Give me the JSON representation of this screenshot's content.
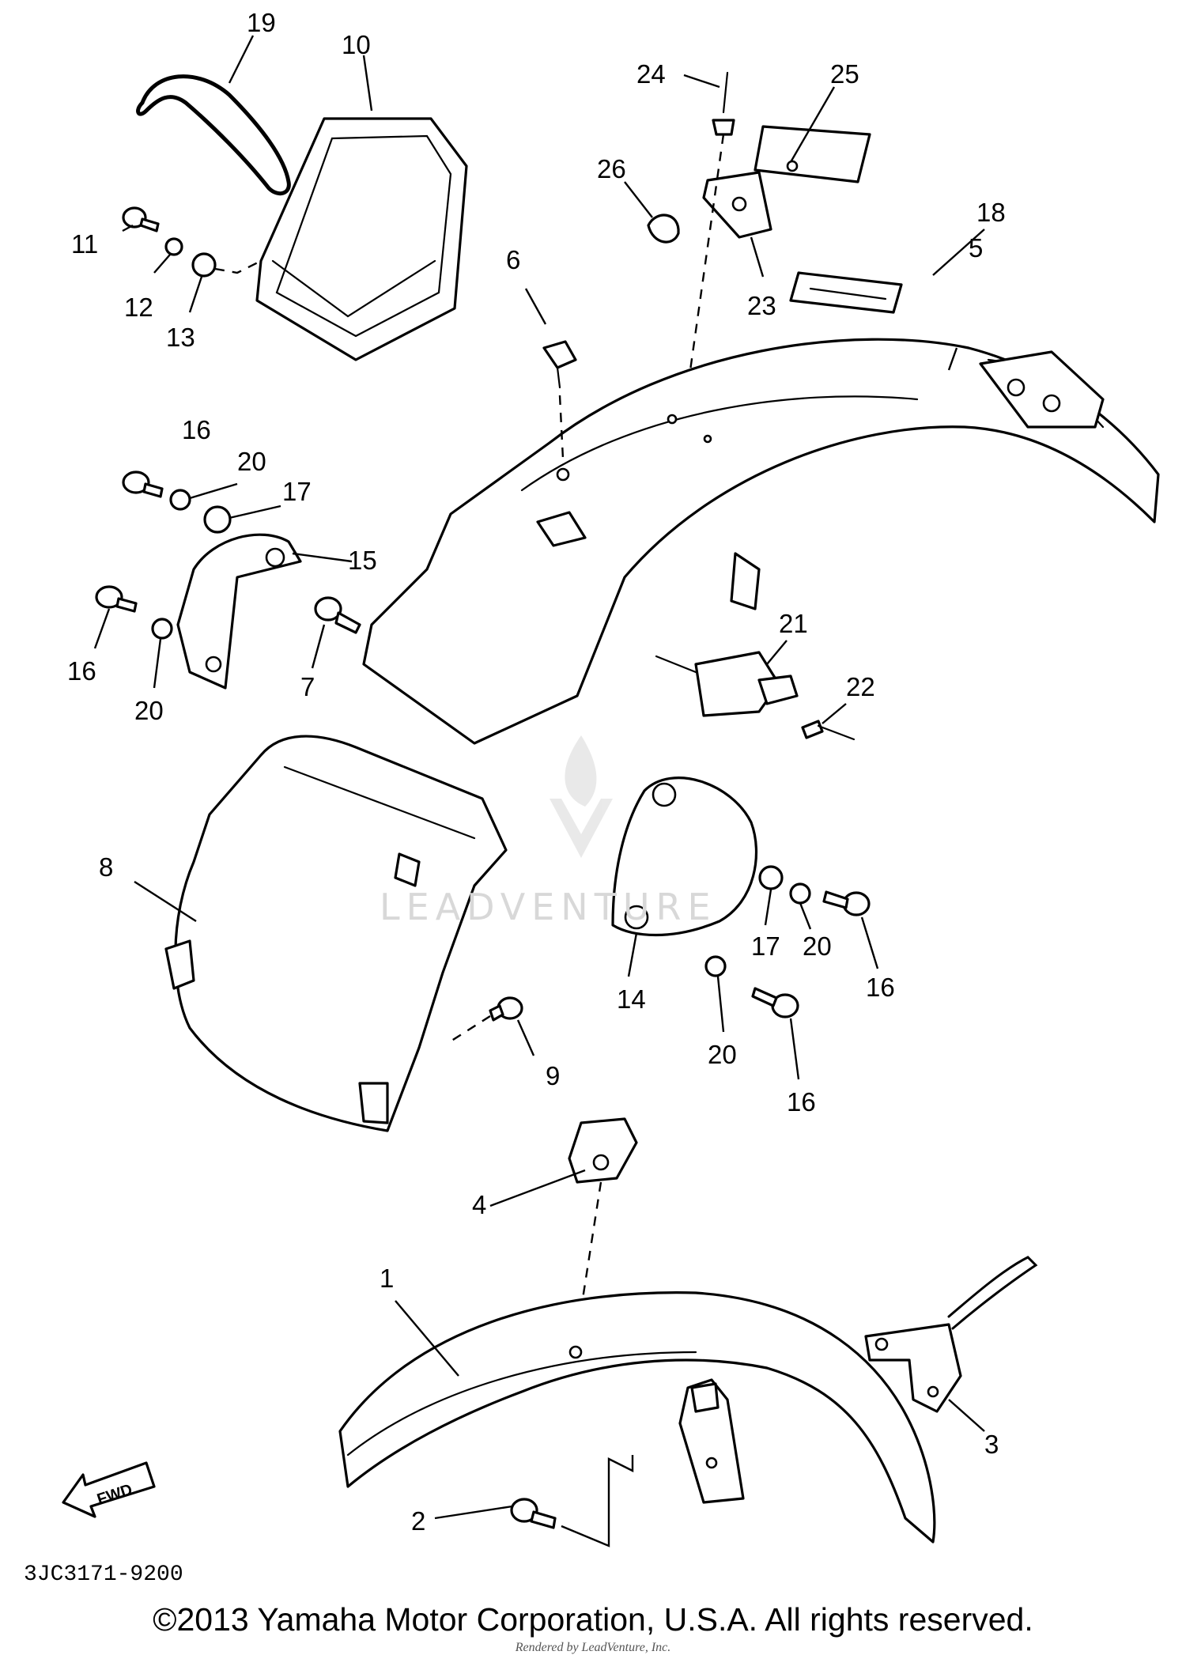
{
  "callouts": {
    "c19": "19",
    "c10": "10",
    "c11": "11",
    "c12": "12",
    "c13": "13",
    "c24": "24",
    "c25": "25",
    "c26": "26",
    "c23": "23",
    "c18": "18",
    "c5": "5",
    "c6": "6",
    "c16a": "16",
    "c20a": "20",
    "c17a": "17",
    "c15": "15",
    "c16b": "16",
    "c20b": "20",
    "c7": "7",
    "c21": "21",
    "c22": "22",
    "c8": "8",
    "c14": "14",
    "c17b": "17",
    "c20c": "20",
    "c16c": "16",
    "c9": "9",
    "c20d": "20",
    "c16d": "16",
    "c4": "4",
    "c1": "1",
    "c3": "3",
    "c2": "2"
  },
  "fwd_label": "FWD",
  "part_code": "3JC3171-9200",
  "watermark": "LEADVENTURE",
  "copyright": "©2013 Yamaha Motor Corporation, U.S.A. All rights reserved.",
  "rendered_by": "Rendered by LeadVenture, Inc."
}
